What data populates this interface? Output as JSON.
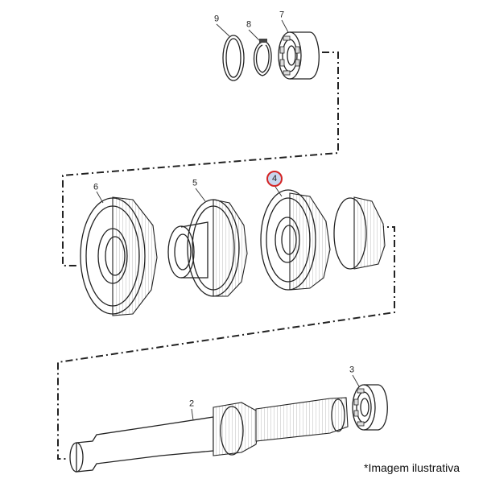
{
  "parts": [
    {
      "id": "part-9",
      "label": "9",
      "highlighted": false
    },
    {
      "id": "part-8",
      "label": "8",
      "highlighted": false
    },
    {
      "id": "part-7",
      "label": "7",
      "highlighted": false
    },
    {
      "id": "part-6",
      "label": "6",
      "highlighted": false
    },
    {
      "id": "part-5",
      "label": "5",
      "highlighted": false
    },
    {
      "id": "part-4",
      "label": "4",
      "highlighted": true
    },
    {
      "id": "part-3",
      "label": "3",
      "highlighted": false
    },
    {
      "id": "part-2",
      "label": "2",
      "highlighted": false
    }
  ],
  "caption": "*Imagem ilustrativa",
  "colors": {
    "highlight_border": "#d42424",
    "highlight_fill": "#c9d6ee",
    "line": "#222222"
  }
}
